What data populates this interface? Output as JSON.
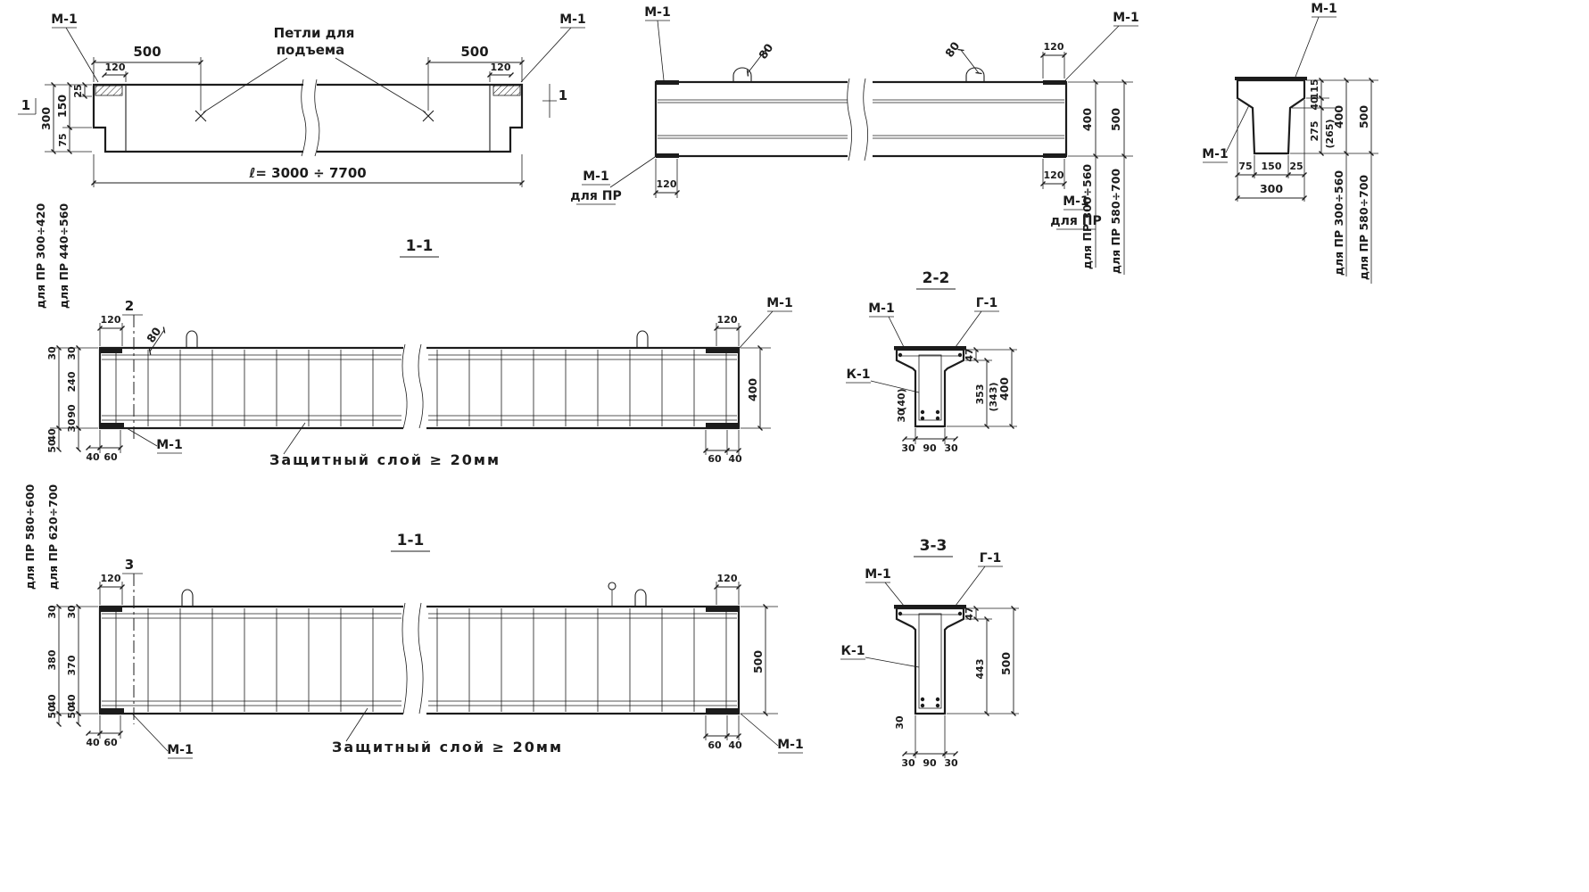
{
  "colors": {
    "ink": "#1c1c1c",
    "paper": "#ffffff"
  },
  "labels": {
    "m1": "М-1",
    "g1": "Г-1",
    "k1": "К-1",
    "lift_1": "Петли для",
    "lift_2": "подъема",
    "shield": "Защитный слой ≥ 20мм",
    "length": "ℓ= 3000 ÷ 7700",
    "for_pr": "для ПР",
    "pr_300_560": "для ПР 300÷560",
    "pr_580_700": "для ПР 580÷700",
    "pr_300_420": "для ПР 300÷420",
    "pr_440_560": "для ПР 440÷560",
    "pr_580_600": "для ПР 580÷600",
    "pr_620_700": "для ПР 620÷700"
  },
  "sections": {
    "s11": "1-1",
    "s22": "2-2",
    "s33": "3-3",
    "mark1": "1",
    "mark2": "2",
    "mark3": "3"
  },
  "dims": {
    "25": "25",
    "30": "30",
    "40": "40",
    "40p": "(40)",
    "47": "47",
    "50": "50",
    "60": "60",
    "75": "75",
    "80": "80",
    "90": "90",
    "115": "115",
    "120": "120",
    "150": "150",
    "240": "240",
    "265p": "(265)",
    "275": "275",
    "300": "300",
    "343p": "(343)",
    "353": "353",
    "370": "370",
    "380": "380",
    "400": "400",
    "443": "443",
    "500": "500"
  }
}
